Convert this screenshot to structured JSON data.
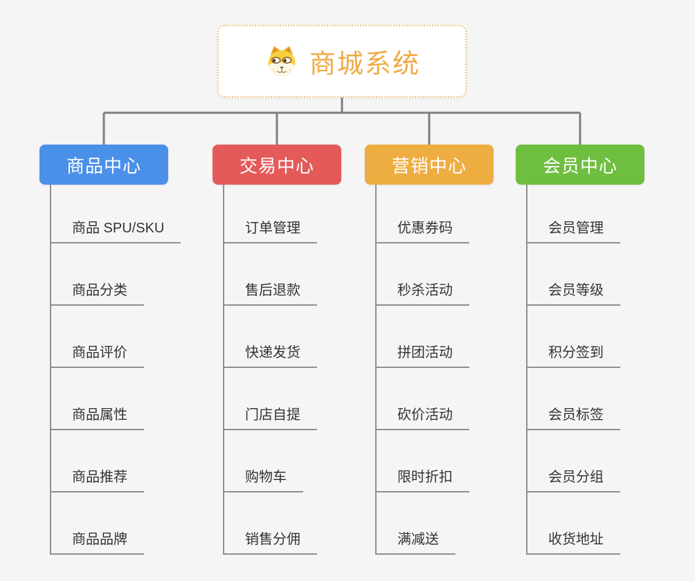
{
  "diagram": {
    "type": "mindmap-logic-chart",
    "background_color": "#f5f5f6",
    "connector_color": "#7e7e7e",
    "child_line_color": "#8f8f8f",
    "child_text_color": "#333333"
  },
  "root": {
    "title": "商城系统",
    "icon": "dog-face-icon",
    "title_color": "#f0ab45",
    "border_color": "#f5c37a"
  },
  "branches": [
    {
      "label": "商品中心",
      "color": "#4b90e8",
      "children": [
        "商品 SPU/SKU",
        "商品分类",
        "商品评价",
        "商品属性",
        "商品推荐",
        "商品品牌"
      ]
    },
    {
      "label": "交易中心",
      "color": "#e45a5a",
      "children": [
        "订单管理",
        "售后退款",
        "快递发货",
        "门店自提",
        "购物车",
        "销售分佣"
      ]
    },
    {
      "label": "营销中心",
      "color": "#eead41",
      "children": [
        "优惠券码",
        "秒杀活动",
        "拼团活动",
        "砍价活动",
        "限时折扣",
        "满减送"
      ]
    },
    {
      "label": "会员中心",
      "color": "#6ebe3f",
      "children": [
        "会员管理",
        "会员等级",
        "积分签到",
        "会员标签",
        "会员分组",
        "收货地址"
      ]
    }
  ]
}
